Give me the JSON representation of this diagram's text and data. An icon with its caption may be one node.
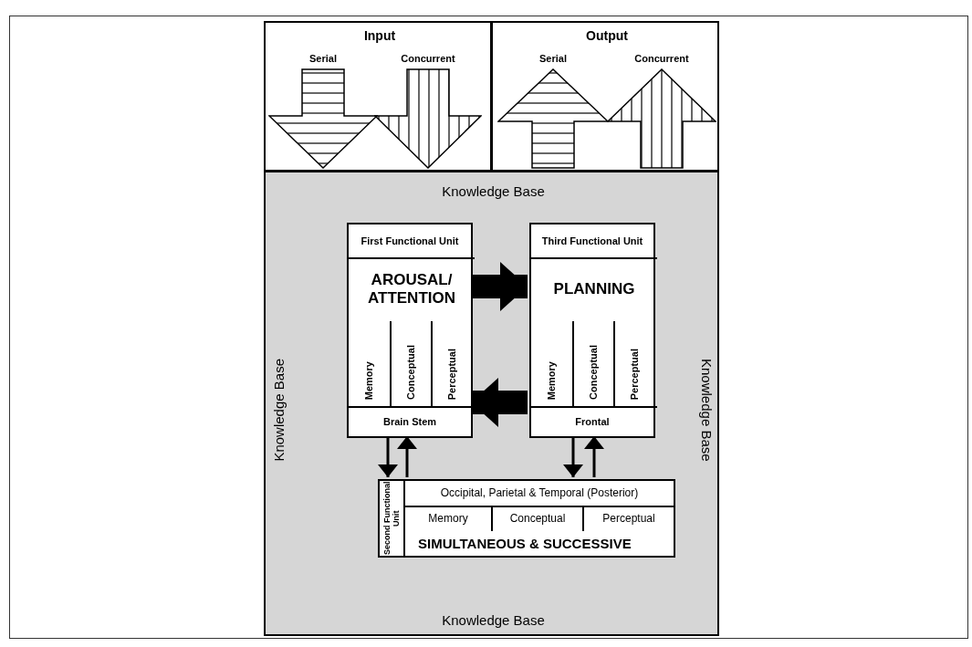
{
  "diagram": {
    "nodes": [
      {
        "text": [
          "Input"
        ]
      },
      {
        "text": [
          "Serial"
        ],
        "in": 0
      },
      {
        "text": [
          "Concurrent"
        ],
        "in": 0
      },
      {
        "text": [
          "Output"
        ]
      },
      {
        "text": [
          "Serial"
        ],
        "in": 3
      },
      {
        "text": [
          "Concurrent"
        ],
        "in": 3
      },
      {
        "text": [
          "Knowledge Base",
          "Knowledge Base",
          "Knowledge Base",
          "Knowledge Base"
        ]
      },
      {
        "text": [
          "First Functional Unit",
          "AROUSAL/ ATTENTION",
          "Memory",
          "Conceptual",
          "Perceptual",
          "Brain Stem"
        ],
        "in": 6
      },
      {
        "text": [
          "Third Functional Unit",
          "PLANNING",
          "Memory",
          "Conceptual",
          "Perceptual",
          "Frontal"
        ],
        "in": 6
      },
      {
        "text": [
          "Second Functional Unit",
          "Occipital, Parietal & Temporal (Posterior)",
          "Memory",
          "Conceptual",
          "Perceptual",
          "SIMULTANEOUS & SUCCESSIVE"
        ],
        "in": 6
      }
    ],
    "edges": [
      {
        "from": 7,
        "to": 8,
        "arrow": "to",
        "style": "thick"
      },
      {
        "from": 8,
        "to": 7,
        "arrow": "to",
        "style": "thick"
      },
      {
        "from": 7,
        "to": 9,
        "arrow": "to"
      },
      {
        "from": 9,
        "to": 7,
        "arrow": "to"
      },
      {
        "from": 8,
        "to": 9,
        "arrow": "to"
      },
      {
        "from": 9,
        "to": 8,
        "arrow": "to"
      }
    ]
  }
}
